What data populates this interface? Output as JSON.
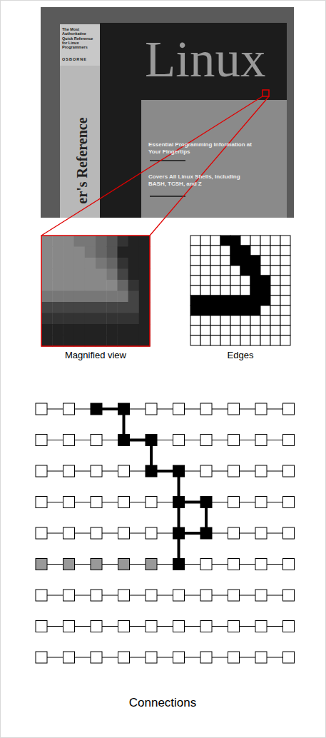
{
  "diagram": {
    "labels": [
      "The Most Authoritative Quick Reference for Linux Programmers",
      "OSBORNE",
      "Linux",
      "er's Reference",
      "Essential Programming Information at Your Fingertips",
      "Covers All Linux Shells, Including BASH, TCSH, and Z",
      "Magnified view",
      "Edges",
      "Connections"
    ]
  }
}
